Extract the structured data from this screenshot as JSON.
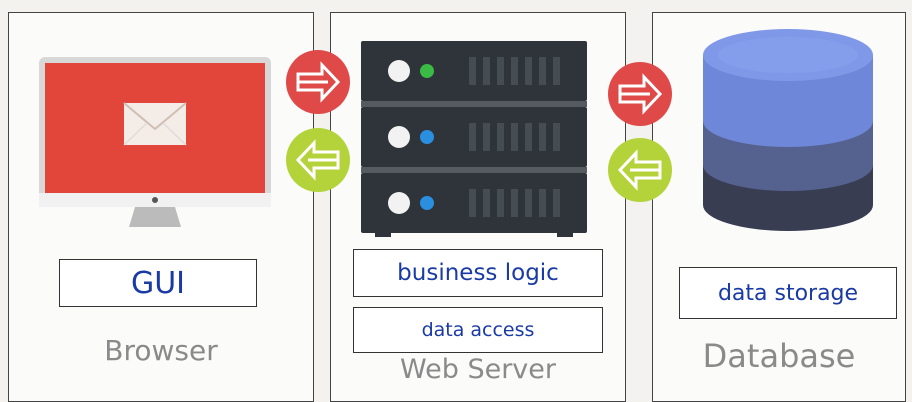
{
  "browser": {
    "box_label": "GUI",
    "caption": "Browser"
  },
  "webserver": {
    "box1_label": "business logic",
    "box2_label": "data access",
    "caption": "Web Server"
  },
  "database": {
    "box_label": "data storage",
    "caption": "Database"
  },
  "icons": [
    "monitor-icon",
    "envelope-icon",
    "server-rack-icon",
    "database-cylinder-icon",
    "arrow-right-icon",
    "arrow-left-icon"
  ],
  "colors": {
    "monitor_screen": "#e2463b",
    "arrow_right": "#df4a49",
    "arrow_left": "#b4d33a",
    "label_text": "#1a3aa5",
    "caption_text": "#8a8a8a",
    "server_body": "#2e3439",
    "db_top": "#6f87d8",
    "db_mid": "#55628f",
    "db_bottom": "#383d52"
  }
}
